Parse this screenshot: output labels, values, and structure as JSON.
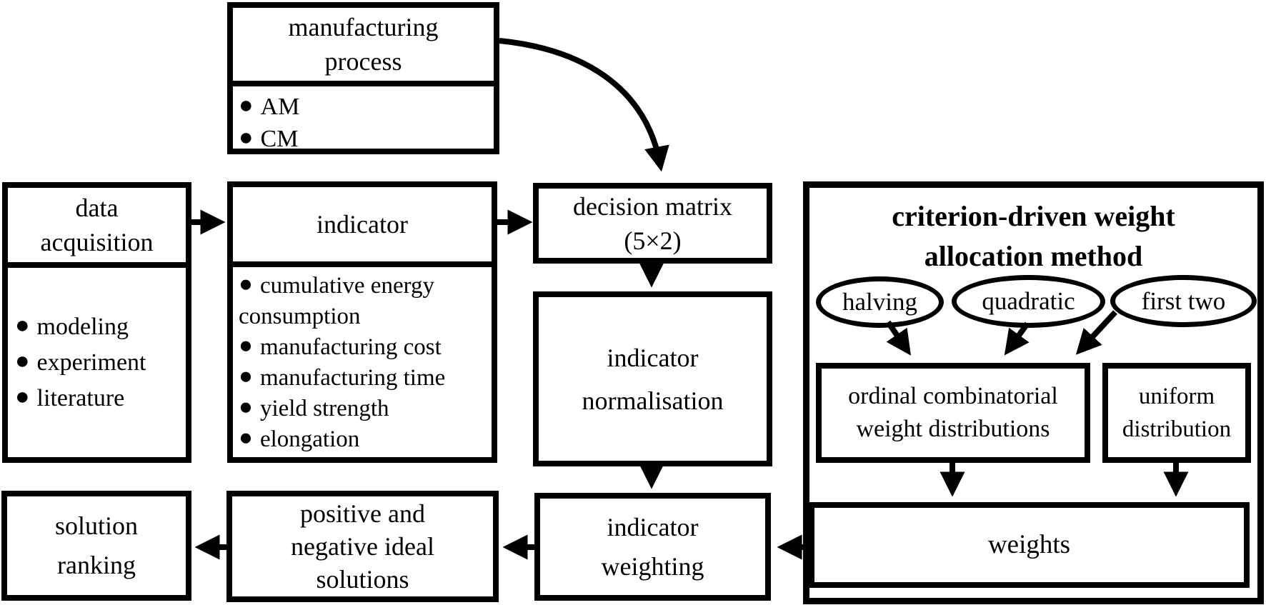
{
  "figure": {
    "type": "flowchart",
    "ink_color": "#000000",
    "background_color": "#ffffff"
  },
  "icons": {
    "bullet": "●"
  },
  "boxes": {
    "manufacturing_process": {
      "title": [
        "manufacturing",
        "process"
      ],
      "items": [
        "AM",
        "CM"
      ]
    },
    "data_acquisition": {
      "title": [
        "data",
        "acquisition"
      ],
      "items": [
        "modeling",
        "experiment",
        "literature"
      ]
    },
    "indicator": {
      "title": [
        "indicator"
      ],
      "items": [
        "cumulative energy consumption",
        "manufacturing cost",
        "manufacturing time",
        "yield strength",
        "elongation"
      ]
    },
    "decision_matrix": {
      "title": [
        "decision matrix",
        "(5×2)"
      ]
    },
    "indicator_normalisation": {
      "title": [
        "indicator",
        "normalisation"
      ]
    },
    "indicator_weighting": {
      "title": [
        "indicator",
        "weighting"
      ]
    },
    "positive_negative_ideal_solutions": {
      "title": [
        "positive and",
        "negative ideal",
        "solutions"
      ]
    },
    "solution_ranking": {
      "title": [
        "solution",
        "ranking"
      ]
    }
  },
  "weight_allocation": {
    "title": [
      "criterion-driven weight",
      "allocation method"
    ],
    "ellipses": [
      "halving",
      "quadratic",
      "first two"
    ],
    "ordinal_box": {
      "title": [
        "ordinal combinatorial",
        "weight distributions"
      ]
    },
    "uniform_box": {
      "title": [
        "uniform",
        "distribution"
      ]
    },
    "weights_box": {
      "title": [
        "weights"
      ]
    }
  }
}
